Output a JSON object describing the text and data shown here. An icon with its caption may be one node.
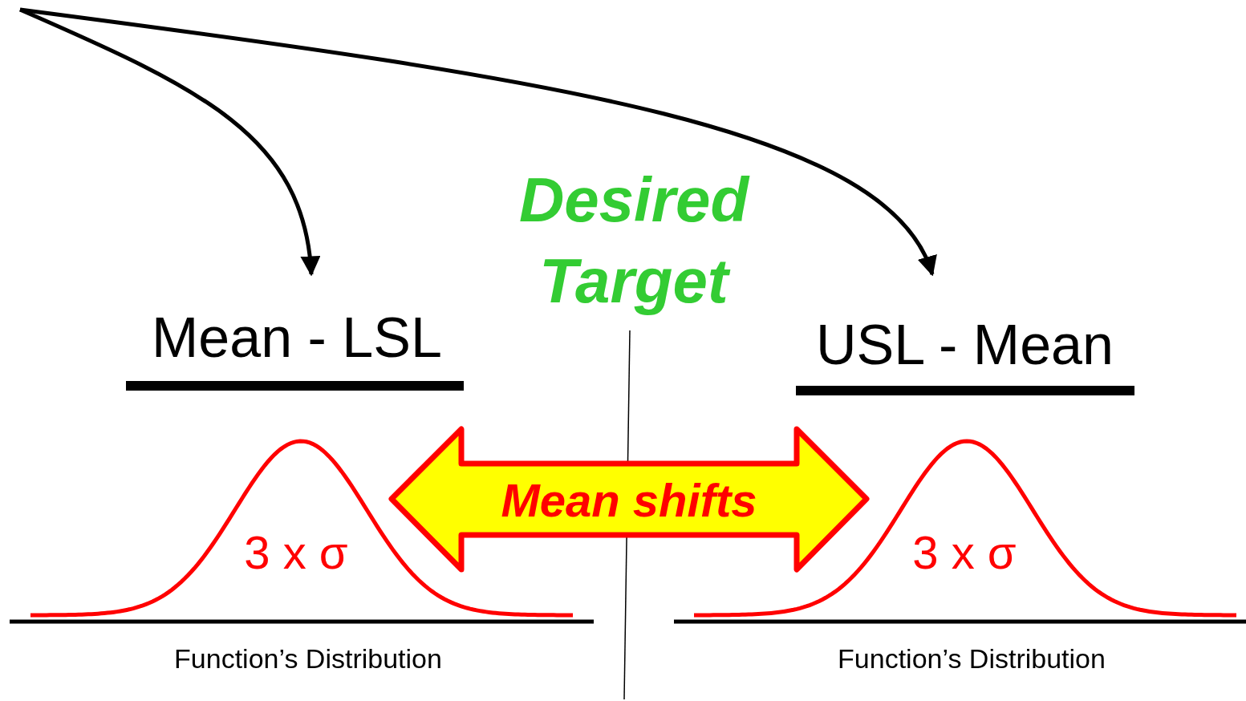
{
  "diagram": {
    "nodes": [
      {
        "text": [
          "Mean - LSL"
        ]
      },
      {
        "text": [
          "USL - Mean"
        ]
      },
      {
        "text": [
          "Desired Target"
        ]
      },
      {
        "text": [
          "Mean shifts"
        ]
      }
    ],
    "edges": [
      {
        "from": null,
        "to": 0,
        "arrow": "to"
      },
      {
        "from": null,
        "to": 1,
        "arrow": "to"
      }
    ],
    "labels": [
      "3 x σ",
      "3 x σ",
      "Function’s Distribution",
      "Function’s Distribution"
    ]
  }
}
